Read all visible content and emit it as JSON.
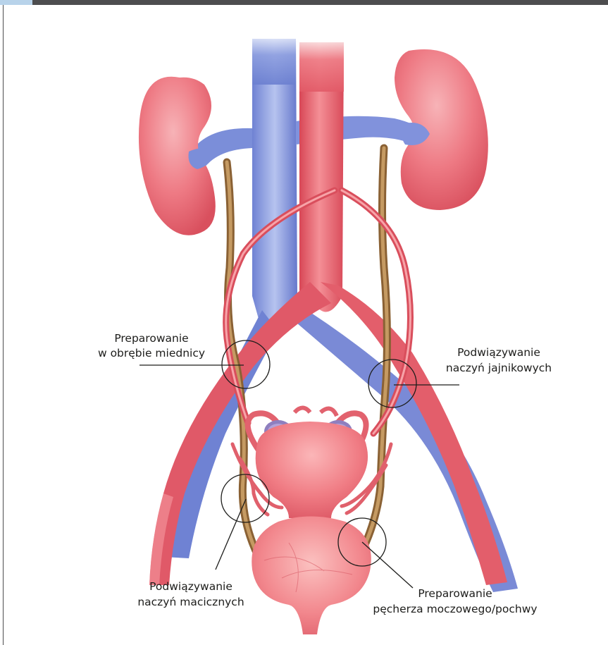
{
  "labels": {
    "pelvic_dissection": [
      "Preparowanie",
      "w obrębie miednicy"
    ],
    "ovarian_ligation": [
      "Podwiązywanie",
      "naczyń jajnikowych"
    ],
    "uterine_ligation": [
      "Podwiązywanie",
      "naczyń macicznych"
    ],
    "bladder_dissection": [
      "Preparowanie",
      "pęcherza moczowego/pochwy"
    ]
  },
  "colors": {
    "artery": "#e8606c",
    "vein": "#7c8ed8",
    "kidney": "#ea6d79",
    "ureter": "#a47a45",
    "uterus": "#ee7a82",
    "frame": "#4d4d4f",
    "accent": "#b8d3ea"
  }
}
